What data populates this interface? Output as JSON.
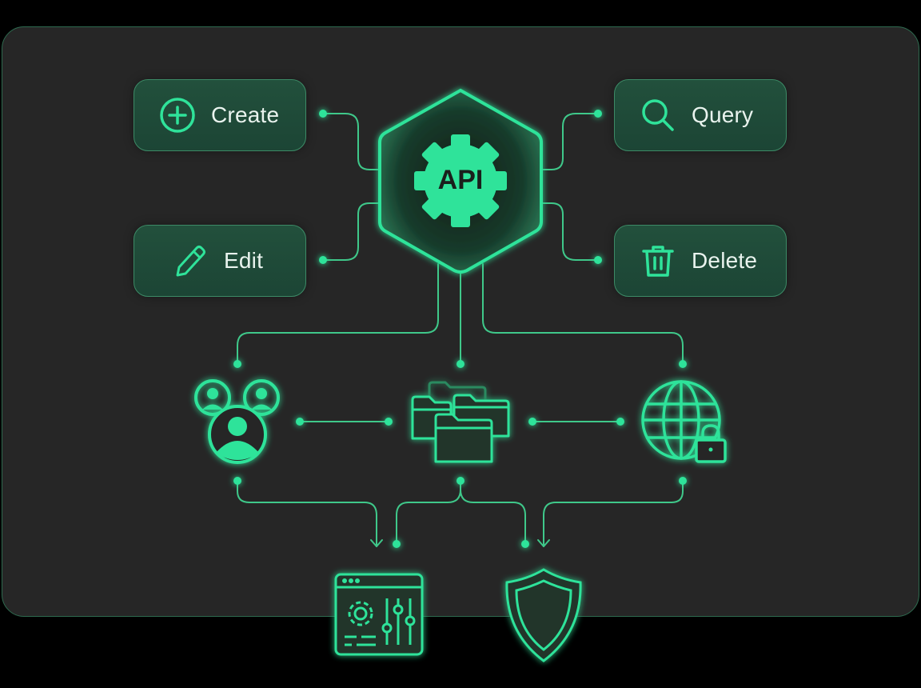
{
  "theme": {
    "background": "#000000",
    "card_bg": "#262626",
    "accent": "#2fe39a",
    "line": "#3fc88a",
    "button_bg": "#1f4a38",
    "button_border": "#3c8a66",
    "text": "#e9f3ee"
  },
  "hub": {
    "label": "API",
    "icon": "gear-icon",
    "shape": "hexagon"
  },
  "actions": [
    {
      "label": "Create",
      "icon": "plus-circle-icon",
      "position": "top-left"
    },
    {
      "label": "Query",
      "icon": "search-icon",
      "position": "top-right"
    },
    {
      "label": "Edit",
      "icon": "pencil-icon",
      "position": "middle-left"
    },
    {
      "label": "Delete",
      "icon": "trash-icon",
      "position": "middle-right"
    }
  ],
  "resources": [
    {
      "name": "users",
      "icon": "users-group-icon"
    },
    {
      "name": "files",
      "icon": "folders-icon"
    },
    {
      "name": "network",
      "icon": "globe-lock-icon"
    }
  ],
  "outputs": [
    {
      "name": "settings",
      "icon": "settings-panel-icon"
    },
    {
      "name": "security",
      "icon": "shield-icon"
    }
  ]
}
